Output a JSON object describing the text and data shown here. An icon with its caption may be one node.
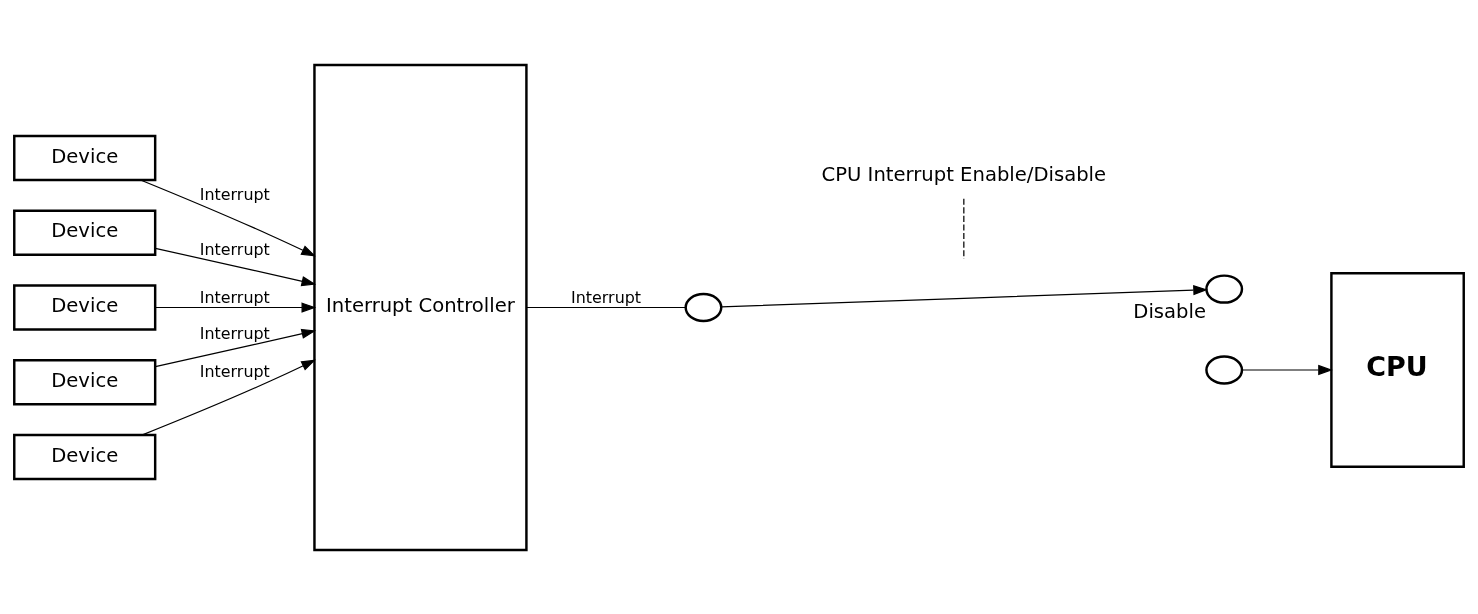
{
  "diagram": {
    "nodes": [
      {
        "text": [
          "Device"
        ]
      },
      {
        "text": [
          "Device"
        ]
      },
      {
        "text": [
          "Device"
        ]
      },
      {
        "text": [
          "Device"
        ]
      },
      {
        "text": [
          "Device"
        ]
      },
      {
        "text": [
          "Interrupt Controller"
        ]
      },
      {
        "text": [],
        "shape": "circle"
      },
      {
        "text": [],
        "shape": "circle",
        "beside": [
          "Disable"
        ]
      },
      {
        "text": [],
        "shape": "circle"
      },
      {
        "text": [
          "CPU"
        ]
      },
      {
        "text": [
          "CPU Interrupt Enable/Disable"
        ]
      }
    ],
    "edges": [
      {
        "from": 0,
        "to": 5,
        "arrow": "to",
        "label": "Interrupt"
      },
      {
        "from": 1,
        "to": 5,
        "arrow": "to",
        "label": "Interrupt"
      },
      {
        "from": 2,
        "to": 5,
        "arrow": "to",
        "label": "Interrupt"
      },
      {
        "from": 3,
        "to": 5,
        "arrow": "to",
        "label": "Interrupt"
      },
      {
        "from": 4,
        "to": 5,
        "arrow": "to",
        "label": "Interrupt"
      },
      {
        "from": 5,
        "to": 6,
        "arrow": "none",
        "label": "Interrupt"
      },
      {
        "from": 6,
        "to": 7,
        "arrow": "to"
      },
      {
        "from": 8,
        "to": 9,
        "arrow": "to"
      },
      {
        "from": 10,
        "to": null,
        "arrow": "none",
        "style": "dashed"
      }
    ]
  }
}
